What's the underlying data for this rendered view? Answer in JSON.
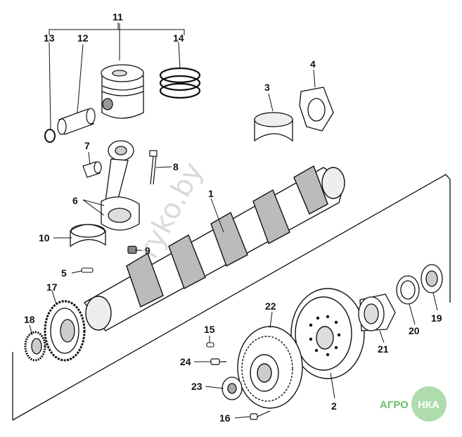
{
  "diagram": {
    "callouts": [
      "1",
      "2",
      "3",
      "4",
      "5",
      "6",
      "7",
      "8",
      "9",
      "10",
      "11",
      "12",
      "13",
      "14",
      "15",
      "16",
      "17",
      "18",
      "19",
      "20",
      "21",
      "22",
      "23",
      "24"
    ]
  },
  "watermark": {
    "text": "ryko.by"
  },
  "logo": {
    "text_left": "АГРО",
    "text_right": "НКА",
    "color": "#6dbf6a"
  },
  "colors": {
    "line": "#111111",
    "background": "#ffffff"
  }
}
